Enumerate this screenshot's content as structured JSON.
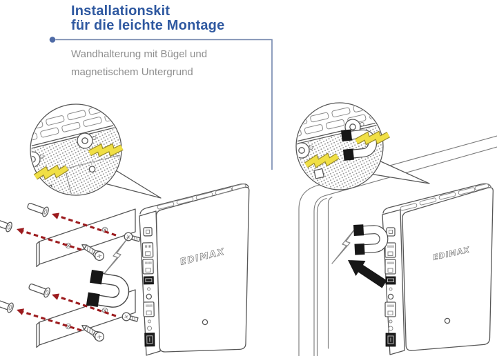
{
  "header": {
    "title_line1": "Installationskit",
    "title_line2": "für die leichte Montage",
    "subtitle_line1": "Wandhalterung mit Bügel und",
    "subtitle_line2": "magnetischem Untergrund"
  },
  "brand": {
    "device_logo": "EDIMAX"
  },
  "colors": {
    "title_blue": "#2e58a0",
    "subtitle_gray": "#8e8e8e",
    "rule_blue": "#7386ad",
    "rule_dot_blue": "#4f6ba6",
    "line_gray": "#565656",
    "light_line_gray": "#8a8a8a",
    "arrow_red": "#9c1b1e",
    "bolt_yellow": "#f0df45",
    "bolt_outline": "#97892c",
    "magnet_black": "#171717",
    "background": "#ffffff"
  },
  "icons": {
    "detail_callout": "magnifier-circle",
    "horseshoe_magnet": "magnet-icon",
    "lightning": "lightning-bolt-icon",
    "screw": "screw-icon",
    "wall_anchor": "wall-anchor-icon",
    "mounting_plate": "wall-plate",
    "direction_arrow": "arrow-icon"
  }
}
